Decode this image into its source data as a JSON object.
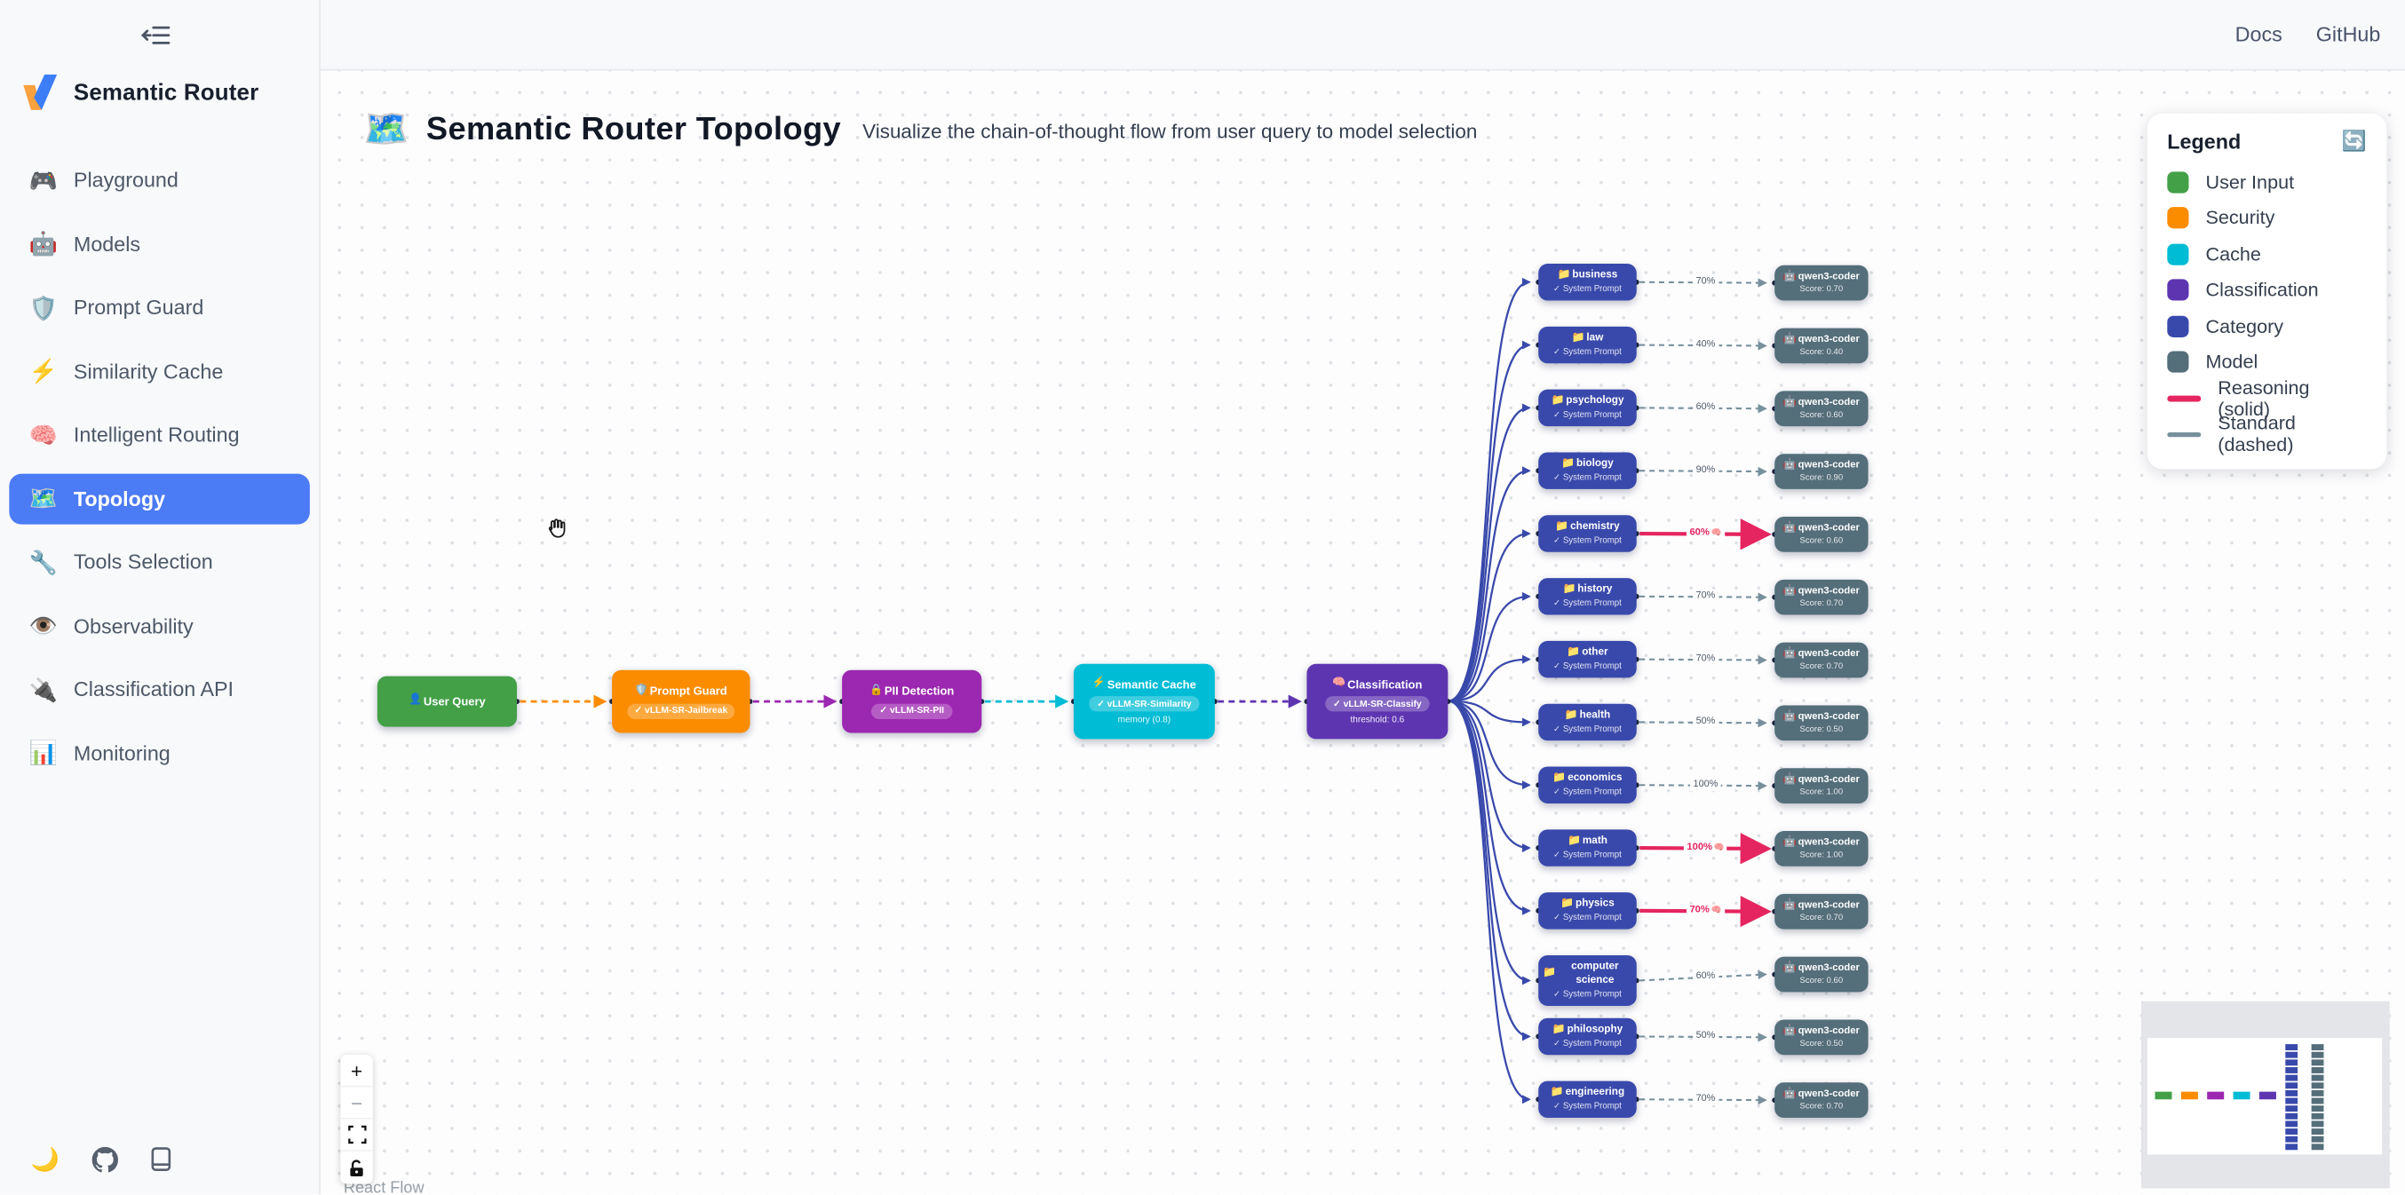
{
  "sidebar": {
    "brand": "Semantic Router",
    "items": [
      {
        "icon": "🎮",
        "icon_name": "gamepad-icon",
        "label": "Playground"
      },
      {
        "icon": "🤖",
        "icon_name": "robot-icon",
        "label": "Models"
      },
      {
        "icon": "🛡️",
        "icon_name": "shield-icon",
        "label": "Prompt Guard"
      },
      {
        "icon": "⚡",
        "icon_name": "lightning-icon",
        "label": "Similarity Cache"
      },
      {
        "icon": "🧠",
        "icon_name": "brain-icon",
        "label": "Intelligent Routing"
      },
      {
        "icon": "🗺️",
        "icon_name": "map-icon",
        "label": "Topology",
        "active": true
      },
      {
        "icon": "🔧",
        "icon_name": "wrench-icon",
        "label": "Tools Selection"
      },
      {
        "icon": "👁️",
        "icon_name": "eye-icon",
        "label": "Observability"
      },
      {
        "icon": "🔌",
        "icon_name": "plug-icon",
        "label": "Classification API"
      },
      {
        "icon": "📊",
        "icon_name": "bar-chart-icon",
        "label": "Monitoring"
      }
    ],
    "footer": {
      "moon_icon": "🌙"
    }
  },
  "topbar": {
    "links": [
      "Docs",
      "GitHub"
    ]
  },
  "header": {
    "icon": "🗺️",
    "title": "Semantic Router Topology",
    "subtitle": "Visualize the chain-of-thought flow from user query to model selection"
  },
  "legend": {
    "title": "Legend",
    "refresh_icon": "🔄",
    "items": [
      {
        "label": "User Input",
        "color": "#43A047",
        "type": "swatch"
      },
      {
        "label": "Security",
        "color": "#FB8C00",
        "type": "swatch"
      },
      {
        "label": "Cache",
        "color": "#00BCD4",
        "type": "swatch"
      },
      {
        "label": "Classification",
        "color": "#5E35B1",
        "type": "swatch"
      },
      {
        "label": "Category",
        "color": "#3949AB",
        "type": "swatch"
      },
      {
        "label": "Model",
        "color": "#546E7A",
        "type": "swatch"
      },
      {
        "label": "Reasoning (solid)",
        "color": "#E5255F",
        "type": "line"
      },
      {
        "label": "Standard (dashed)",
        "color": "#78909C",
        "type": "line"
      }
    ]
  },
  "flow": {
    "pipeline": [
      {
        "id": "user-query",
        "icon": "👤",
        "icon_name": "user-icon",
        "label": "User Query",
        "color": "#43A047"
      },
      {
        "id": "prompt-guard",
        "icon": "🛡️",
        "icon_name": "shield-icon",
        "label": "Prompt Guard",
        "badge": "✓ vLLM-SR-Jailbreak",
        "color": "#FB8C00"
      },
      {
        "id": "pii-detection",
        "icon": "🔒",
        "icon_name": "lock-icon",
        "label": "PII Detection",
        "badge": "✓ vLLM-SR-PII",
        "color": "#9C27B0"
      },
      {
        "id": "semantic-cache",
        "icon": "⚡",
        "icon_name": "lightning-icon",
        "label": "Semantic Cache",
        "badge": "✓ vLLM-SR-Similarity",
        "sub": "memory (0.8)",
        "color": "#00BCD4"
      },
      {
        "id": "classification",
        "icon": "🧠",
        "icon_name": "brain-icon",
        "label": "Classification",
        "badge": "✓ vLLM-SR-Classify",
        "sub": "threshold: 0.6",
        "color": "#5E35B1"
      }
    ],
    "pipeline_edge_colors": [
      "#FB8C00",
      "#9C27B0",
      "#00BCD4",
      "#5E35B1"
    ],
    "category_icon": "📁",
    "category_sub": "✓ System Prompt",
    "category_color": "#3949AB",
    "model_icon": "🤖",
    "model_name": "qwen3-coder",
    "model_color": "#546E7A",
    "reasoning_emoji": "🧠",
    "edge_colors": {
      "standard": "#78909C",
      "reasoning": "#E5255F",
      "fan": "#3949AB"
    },
    "categories": [
      {
        "name": "business",
        "pct": "70%",
        "score": "Score: 0.70",
        "reasoning": false
      },
      {
        "name": "law",
        "pct": "40%",
        "score": "Score: 0.40",
        "reasoning": false
      },
      {
        "name": "psychology",
        "pct": "60%",
        "score": "Score: 0.60",
        "reasoning": false
      },
      {
        "name": "biology",
        "pct": "90%",
        "score": "Score: 0.90",
        "reasoning": false
      },
      {
        "name": "chemistry",
        "pct": "60%",
        "score": "Score: 0.60",
        "reasoning": true
      },
      {
        "name": "history",
        "pct": "70%",
        "score": "Score: 0.70",
        "reasoning": false
      },
      {
        "name": "other",
        "pct": "70%",
        "score": "Score: 0.70",
        "reasoning": false
      },
      {
        "name": "health",
        "pct": "50%",
        "score": "Score: 0.50",
        "reasoning": false
      },
      {
        "name": "economics",
        "pct": "100%",
        "score": "Score: 1.00",
        "reasoning": false
      },
      {
        "name": "math",
        "pct": "100%",
        "score": "Score: 1.00",
        "reasoning": true
      },
      {
        "name": "physics",
        "pct": "70%",
        "score": "Score: 0.70",
        "reasoning": true
      },
      {
        "name": "computer science",
        "pct": "60%",
        "score": "Score: 0.60",
        "reasoning": false
      },
      {
        "name": "philosophy",
        "pct": "50%",
        "score": "Score: 0.50",
        "reasoning": false
      },
      {
        "name": "engineering",
        "pct": "70%",
        "score": "Score: 0.70",
        "reasoning": false
      }
    ]
  },
  "controls": {
    "zoom_in": "+",
    "zoom_out": "−"
  },
  "attribution": "React Flow"
}
